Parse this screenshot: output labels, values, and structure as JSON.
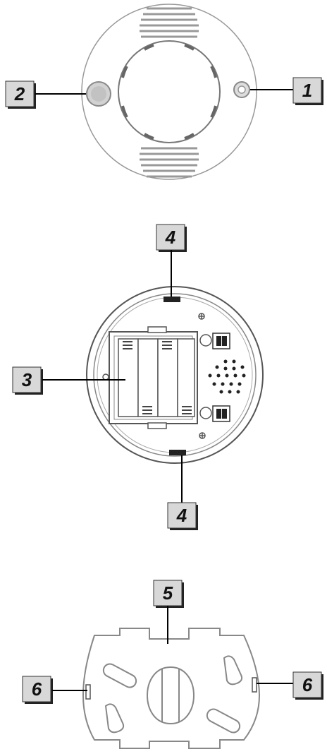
{
  "callouts": {
    "c1": "1",
    "c2": "2",
    "c3": "3",
    "c4_top": "4",
    "c4_bottom": "4",
    "c5": "5",
    "c6_left": "6",
    "c6_right": "6"
  },
  "colors": {
    "outline": "#8a8a8a",
    "outline_dark": "#555555",
    "label_box": "#d8d8d8",
    "label_shadow": "#222222",
    "leader": "#000000"
  }
}
